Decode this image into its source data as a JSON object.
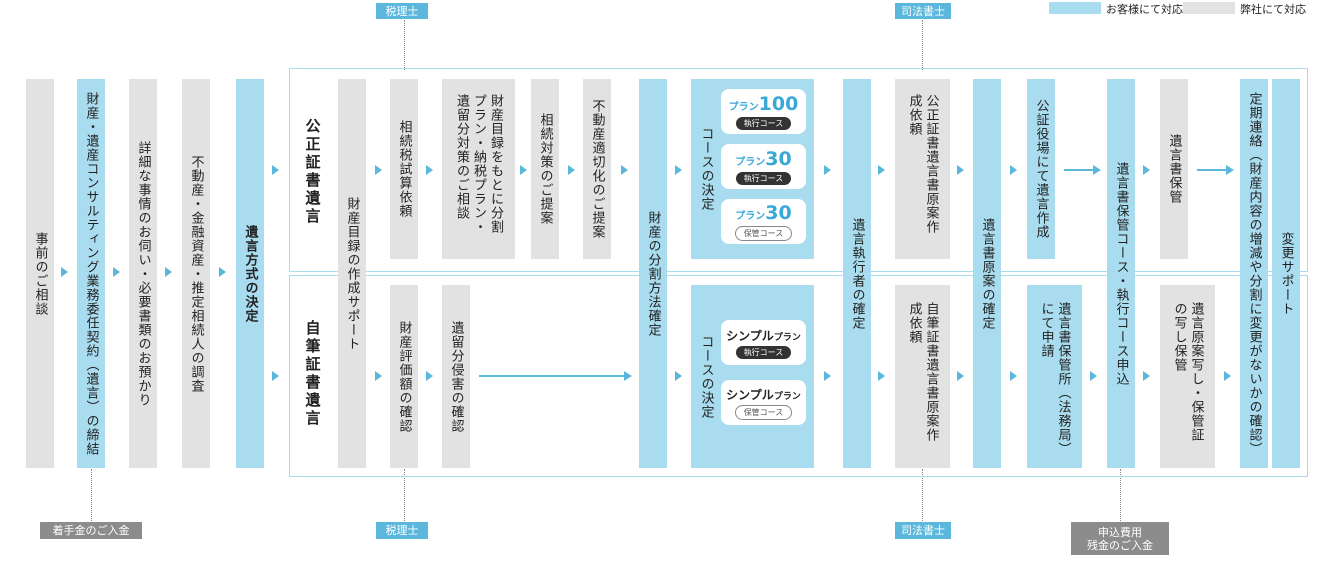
{
  "legend": {
    "customer": {
      "label": "お客様にて対応",
      "color": "#a9dcef"
    },
    "company": {
      "label": "弊社にて対応",
      "color": "#e2e2e2"
    }
  },
  "tags": {
    "tax_top": "税理士",
    "tax_bottom": "税理士",
    "scrivener_top": "司法書士",
    "scrivener_bottom": "司法書士",
    "deposit": "着手金のご入金",
    "balance_line1": "申込費用",
    "balance_line2": "残金のご入金"
  },
  "steps": {
    "consult": "事前のご相談",
    "contract": "財産・遺産コンサルティング業務委任契約（遺言）の締結",
    "hearing": "詳細な事情のお伺い・必要書類のお預かり",
    "survey": "不動産・金融資産・推定相続人の調査",
    "method": "遺言方式の決定",
    "notary_will": "公正証書遺言",
    "holograph_will": "自筆証書遺言",
    "inventory": "財産目録の作成サポート",
    "tax_estimate": "相続税試算依頼",
    "plan_consult": "財産目録をもとに分割プラン・納税プラン・遺留分対策のご相談",
    "tax_measures": "相続対策のご提案",
    "realestate": "不動産適切化のご提案",
    "course_top": "コースの決定",
    "division": "財産の分割方法確定",
    "executor": "遺言執行者の確定",
    "notary_draft": "公正証書遺言書原案作成依頼",
    "draft_confirm": "遺言書原案の確定",
    "notary_office": "公証役場にて遺言作成",
    "apply": "遺言書保管コース・執行コース申込",
    "storage": "遺言書保管",
    "contact": "定期連絡（財産内容の増減や分割に変更がないかの確認）",
    "change": "変更サポート",
    "valuation": "財産評価額の確認",
    "reserve": "遺留分侵害の確認",
    "course_bottom": "コースの決定",
    "holo_draft": "自筆証書遺言書原案作成依頼",
    "bureau": "遺言書保管所（法務局）にて申請",
    "copy_storage": "遺言原案写し・保管証の写し保管"
  },
  "plans": {
    "p100": {
      "prefix": "プラン",
      "num": "100",
      "course": "執行コース"
    },
    "p30a": {
      "prefix": "プラン",
      "num": "30",
      "course": "執行コース"
    },
    "p30b": {
      "prefix": "プラン",
      "num": "30",
      "course": "保管コース"
    },
    "s1": {
      "prefix": "シンプル",
      "suffix": "プラン",
      "course": "執行コース"
    },
    "s2": {
      "prefix": "シンプル",
      "suffix": "プラン",
      "course": "保管コース"
    }
  }
}
